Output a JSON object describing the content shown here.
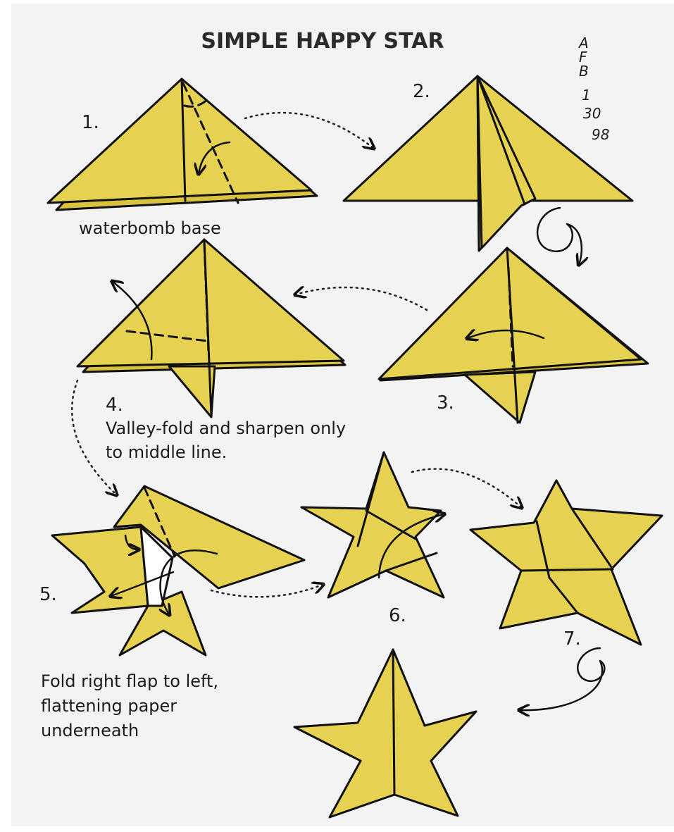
{
  "title": "SIMPLE HAPPY STAR",
  "signature": [
    "A",
    "F",
    "B",
    "1",
    "30",
    "98"
  ],
  "steps": [
    {
      "number": "1.",
      "caption": [
        "waterbomb base"
      ]
    },
    {
      "number": "2.",
      "caption": []
    },
    {
      "number": "3.",
      "caption": []
    },
    {
      "number": "4.",
      "caption": [
        "Valley-fold and sharpen only",
        "to middle line."
      ]
    },
    {
      "number": "5.",
      "caption": [
        "Fold right flap to left,",
        "flattening paper",
        "underneath"
      ]
    },
    {
      "number": "6.",
      "caption": []
    },
    {
      "number": "7.",
      "caption": []
    }
  ],
  "colors": {
    "paper": "#e6d150",
    "outline": "#111111",
    "background": "#f3f3f3"
  }
}
